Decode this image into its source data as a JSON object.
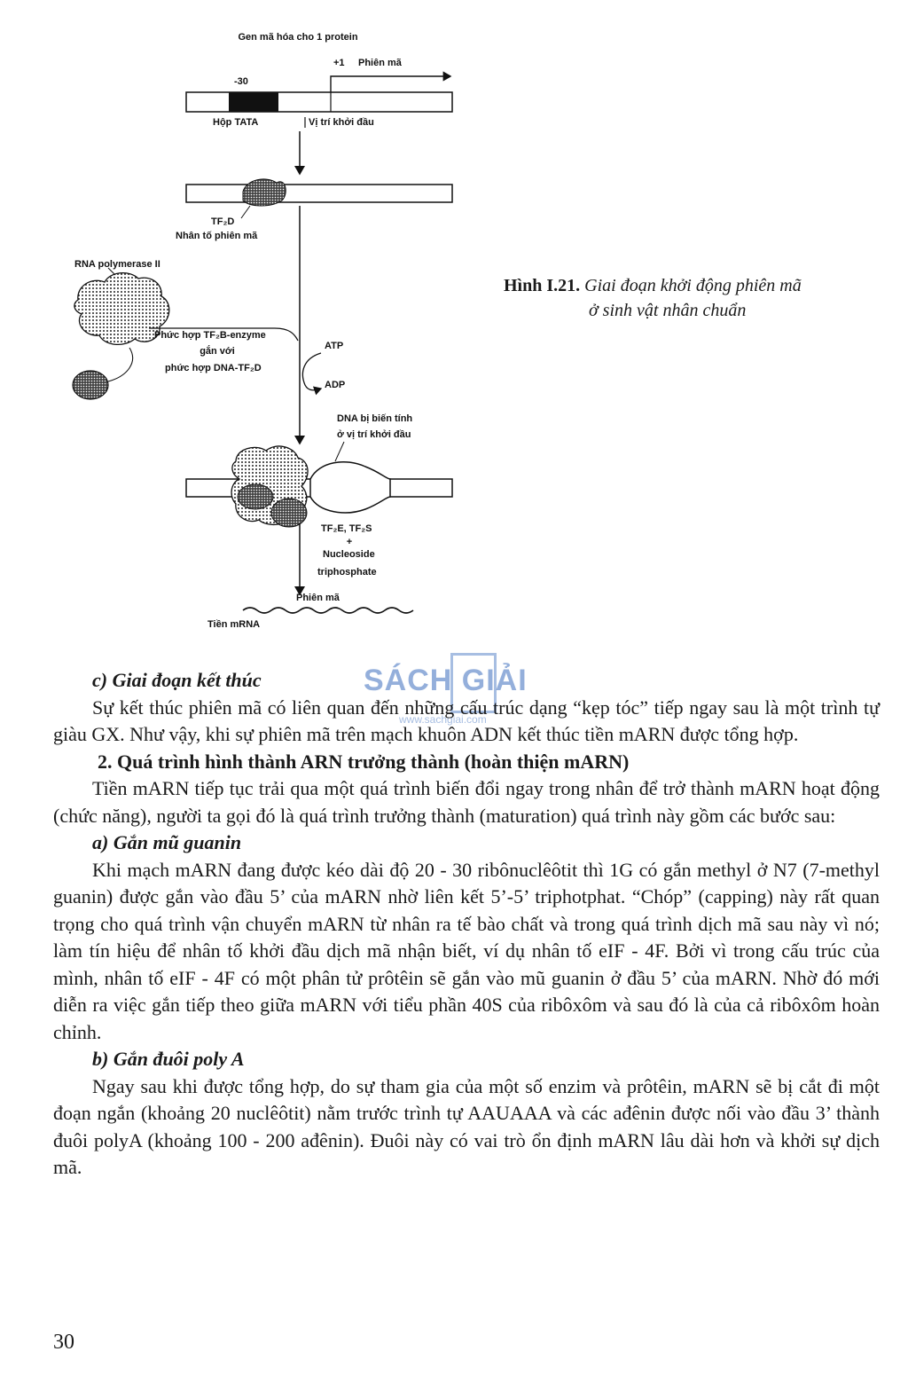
{
  "figure": {
    "labels": {
      "gene": "Gen mã hóa cho 1 protein",
      "plus1": "+1",
      "transcription": "Phiên mã",
      "minus30": "-30",
      "tata_box": "Hộp TATA",
      "start_site": "Vị trí khởi đầu",
      "tfiid": "TF₂D",
      "factor": "Nhân tố phiên mã",
      "rna_pol": "RNA polymerase II",
      "complex_1": "Phức hợp TF₂B-enzyme",
      "complex_2": "gắn với",
      "complex_3": "phức hợp DNA-TF₂D",
      "atp": "ATP",
      "adp": "ADP",
      "dna_1": "DNA bị biến tính",
      "dna_2": "ở vị trí khởi đầu",
      "tf_line": "TF₂E, TF₂S",
      "plus": "+",
      "nucleoside": "Nucleoside",
      "triphosphate": "triphosphate",
      "transcript": "Phiên mã",
      "pre_mrna": "Tiền mRNA"
    },
    "caption": {
      "number": "Hình I.21.",
      "line1": "Giai đoạn khởi động phiên mã",
      "line2": "ở sinh vật nhân chuẩn"
    }
  },
  "watermark": {
    "brand": "SÁCH GIẢI",
    "url": "www.sachgiai.com"
  },
  "content": {
    "heading_c": "c) Giai đoạn kết thúc",
    "para_c": "Sự kết thúc phiên mã có liên quan đến những cấu trúc dạng “kẹp tóc” tiếp ngay sau là một trình tự giàu GX. Như vậy, khi sự phiên mã trên mạch khuôn ADN kết thúc tiền mARN được tổng hợp.",
    "heading_2": "2. Quá trình hình thành ARN trưởng thành (hoàn thiện mARN)",
    "para_2": "Tiền mARN tiếp tục trải qua một quá trình biến đổi ngay trong nhân để trở thành mARN hoạt động (chức năng), người ta gọi đó là quá trình trưởng thành (maturation) quá trình này gồm các bước sau:",
    "heading_a": "a) Gắn mũ guanin",
    "para_a": "Khi mạch mARN đang được kéo dài độ 20 - 30 ribônuclêôtit thì 1G có gắn methyl ở N7 (7-methyl guanin) được gắn vào đầu 5’ của mARN nhờ liên kết 5’-5’ triphotphat. “Chóp” (capping) này rất quan trọng cho quá trình vận chuyển mARN từ nhân ra tế bào chất và trong quá trình dịch mã sau này vì nó; làm tín hiệu để nhân tố khởi đầu dịch mã nhận biết, ví dụ nhân tố eIF - 4F. Bởi vì trong cấu trúc của mình, nhân tố eIF - 4F có một phân tử prôtêin sẽ gắn vào mũ guanin ở đầu 5’ của mARN. Nhờ đó mới diễn ra việc gắn tiếp theo giữa mARN với tiểu phần 40S của ribôxôm và sau đó là của cả ribôxôm hoàn chỉnh.",
    "heading_b": "b) Gắn đuôi poly A",
    "para_b": "Ngay sau khi được tổng hợp, do sự tham gia của một số enzim và prôtêin, mARN sẽ bị cắt đi một đoạn ngắn (khoảng 20 nuclêôtit) nằm trước trình tự AAUAAA và các ađênin được nối vào đầu 3’ thành đuôi polyA (khoảng 100 - 200 ađênin). Đuôi này có vai trò ổn định mARN lâu dài hơn và khởi sự dịch mã."
  },
  "page_number": "30"
}
